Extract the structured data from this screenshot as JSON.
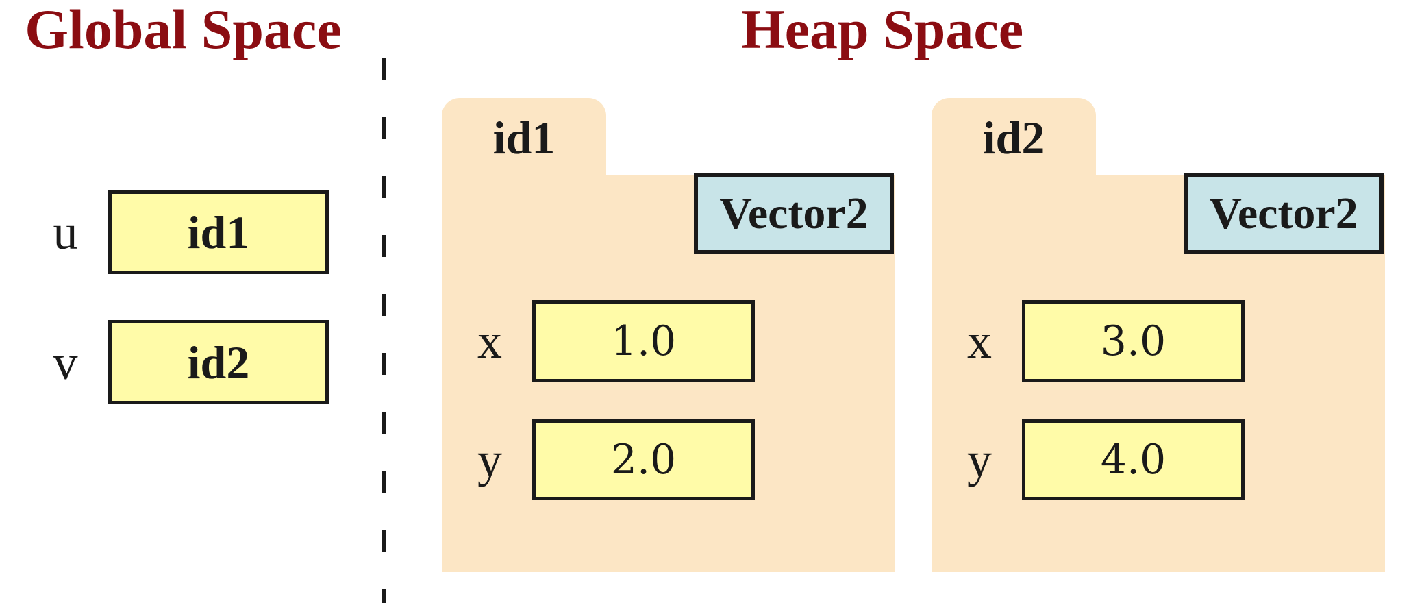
{
  "titles": {
    "global": "Global Space",
    "heap": "Heap Space"
  },
  "global_space": {
    "variables": [
      {
        "name": "u",
        "value": "id1"
      },
      {
        "name": "v",
        "value": "id2"
      }
    ]
  },
  "heap_space": {
    "objects": [
      {
        "id": "id1",
        "class": "Vector2",
        "fields": [
          {
            "name": "x",
            "value": "1.0"
          },
          {
            "name": "y",
            "value": "2.0"
          }
        ]
      },
      {
        "id": "id2",
        "class": "Vector2",
        "fields": [
          {
            "name": "x",
            "value": "3.0"
          },
          {
            "name": "y",
            "value": "4.0"
          }
        ]
      }
    ]
  },
  "colors": {
    "title_text": "#8B0D12",
    "variable_box_fill": "#FFFBA8",
    "folder_fill": "#FCE6C5",
    "class_box_fill": "#C8E4E8",
    "border": "#1A1A1A",
    "background": "#FFFFFF"
  }
}
